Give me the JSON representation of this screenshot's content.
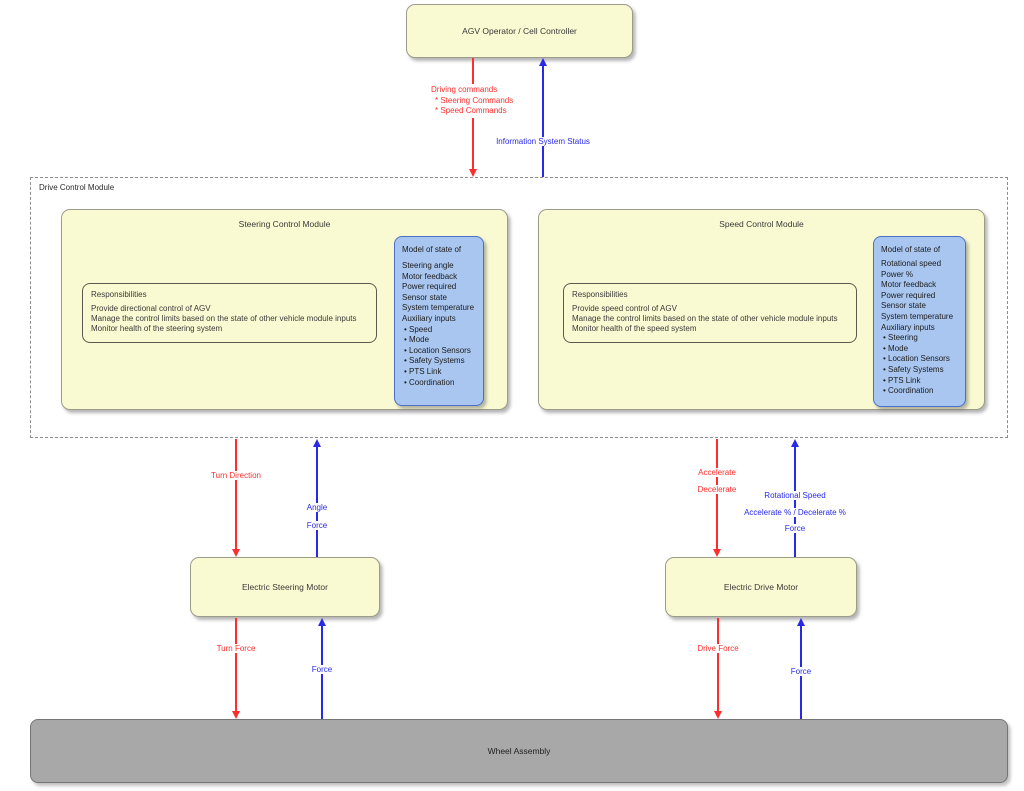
{
  "operator": {
    "label": "AGV Operator / Cell Controller"
  },
  "container": {
    "label": "Drive Control Module"
  },
  "steering_module": {
    "title": "Steering Control Module",
    "responsibilities": {
      "title": "Responsibilities",
      "items": [
        "Provide directional control of AGV",
        "Manage the control limits based on the state of other vehicle module inputs",
        "Monitor health of the steering system"
      ]
    },
    "model": {
      "title": "Model of state of",
      "items": [
        "Steering angle",
        "Motor feedback",
        "Power required",
        "Sensor state",
        "System temperature",
        "Auxiliary inputs",
        "• Speed",
        "• Mode",
        "• Location Sensors",
        "• Safety Systems",
        "• PTS Link",
        "• Coordination"
      ]
    }
  },
  "speed_module": {
    "title": "Speed Control Module",
    "responsibilities": {
      "title": "Responsibilities",
      "items": [
        "Provide speed control of AGV",
        "Manage the control limits based on the state of other vehicle module inputs",
        "Monitor health of the speed system"
      ]
    },
    "model": {
      "title": "Model of state of",
      "items": [
        "Rotational speed",
        "Power %",
        "Motor feedback",
        "Power required",
        "Sensor state",
        "System temperature",
        "Auxiliary inputs",
        "• Steering",
        "• Mode",
        "• Location Sensors",
        "• Safety Systems",
        "• PTS Link",
        "• Coordination"
      ]
    }
  },
  "steering_motor": {
    "label": "Electric Steering Motor"
  },
  "drive_motor": {
    "label": "Electric Drive Motor"
  },
  "wheel_assembly": {
    "label": "Wheel Assembly"
  },
  "edges": {
    "driving_commands": {
      "line1": "Driving commands",
      "line2": "* Steering Commands",
      "line3": "* Speed Commands"
    },
    "information_status": {
      "label": "Information System Status"
    },
    "turn_direction": {
      "label": "Turn Direction"
    },
    "angle_force": {
      "line1": "Angle",
      "line2": "Force"
    },
    "accel_decel": {
      "line1": "Accelerate",
      "line2": "Decelerate"
    },
    "rotational_feedback": {
      "line1": "Rotational Speed",
      "line2": "Accelerate % / Decelerate %",
      "line3": "Force"
    },
    "turn_force": {
      "label": "Turn Force"
    },
    "force_steering": {
      "label": "Force"
    },
    "drive_force": {
      "label": "Drive Force"
    },
    "force_drive": {
      "label": "Force"
    }
  },
  "colors": {
    "node_fill": "#FAFAD2",
    "node_border": "#9c9c8c",
    "model_fill": "#a9c6f0",
    "model_border": "#4a70c8",
    "command_red": "#ff2e2e",
    "feedback_blue": "#2929e8",
    "wheel_fill": "#a8a8a8"
  }
}
